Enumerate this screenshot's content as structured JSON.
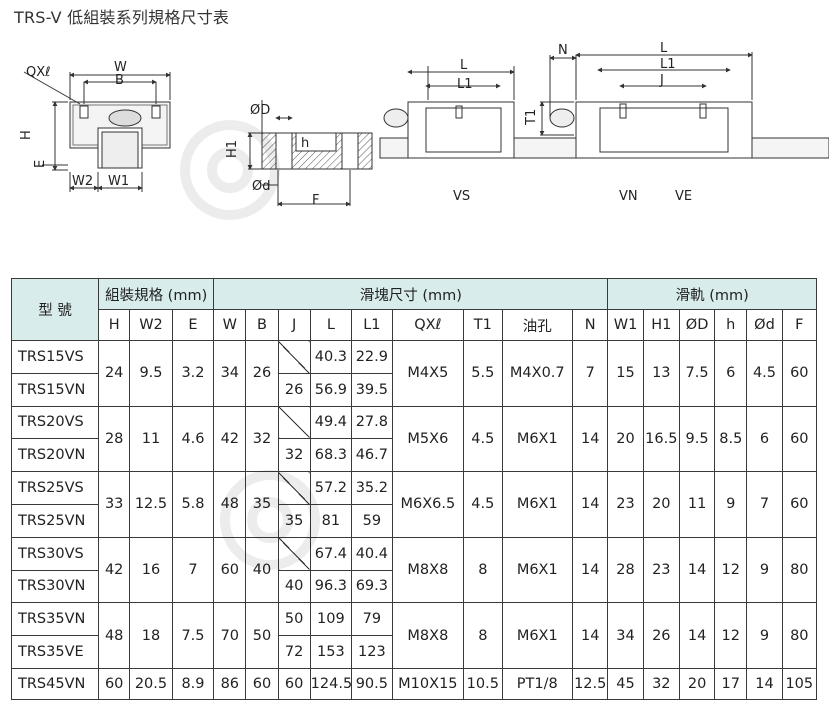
{
  "title": "TRS-V 低組裝系列規格尺寸表",
  "diagram_labels": {
    "W": "W",
    "B": "B",
    "QXl": "QXℓ",
    "H": "H",
    "E": "E",
    "W2": "W2",
    "W1": "W1",
    "OD": "ØD",
    "h": "h",
    "H1": "H1",
    "Od": "Ød",
    "F": "F",
    "L": "L",
    "L1": "L1",
    "T1": "T1",
    "N": "N",
    "J": "J",
    "VS": "VS",
    "VN": "VN",
    "VE": "VE"
  },
  "table": {
    "model_header": "型 號",
    "groups": {
      "assembly": "組裝規格 (mm)",
      "block": "滑塊尺寸 (mm)",
      "rail": "滑軌 (mm)"
    },
    "cols": {
      "H": "H",
      "W2": "W2",
      "E": "E",
      "W": "W",
      "B": "B",
      "J": "J",
      "L": "L",
      "L1": "L1",
      "QXl": "QXℓ",
      "T1": "T1",
      "oil": "油孔",
      "N": "N",
      "W1": "W1",
      "H1": "H1",
      "OD": "ØD",
      "h": "h",
      "Od": "Ød",
      "F": "F"
    },
    "groups_rows": [
      {
        "models": [
          "TRS15VS",
          "TRS15VN"
        ],
        "H": "24",
        "W2": "9.5",
        "E": "3.2",
        "W": "34",
        "B": "26",
        "J": [
          "",
          "26"
        ],
        "L": [
          "40.3",
          "56.9"
        ],
        "L1": [
          "22.9",
          "39.5"
        ],
        "QXl": "M4X5",
        "T1": "5.5",
        "oil": "M4X0.7",
        "N": "7",
        "W1": "15",
        "H1": "13",
        "OD": "7.5",
        "h": "6",
        "Od": "4.5",
        "F": "60"
      },
      {
        "models": [
          "TRS20VS",
          "TRS20VN"
        ],
        "H": "28",
        "W2": "11",
        "E": "4.6",
        "W": "42",
        "B": "32",
        "J": [
          "",
          "32"
        ],
        "L": [
          "49.4",
          "68.3"
        ],
        "L1": [
          "27.8",
          "46.7"
        ],
        "QXl": "M5X6",
        "T1": "4.5",
        "oil": "M6X1",
        "N": "14",
        "W1": "20",
        "H1": "16.5",
        "OD": "9.5",
        "h": "8.5",
        "Od": "6",
        "F": "60"
      },
      {
        "models": [
          "TRS25VS",
          "TRS25VN"
        ],
        "H": "33",
        "W2": "12.5",
        "E": "5.8",
        "W": "48",
        "B": "35",
        "J": [
          "",
          "35"
        ],
        "L": [
          "57.2",
          "81"
        ],
        "L1": [
          "35.2",
          "59"
        ],
        "QXl": "M6X6.5",
        "T1": "4.5",
        "oil": "M6X1",
        "N": "14",
        "W1": "23",
        "H1": "20",
        "OD": "11",
        "h": "9",
        "Od": "7",
        "F": "60"
      },
      {
        "models": [
          "TRS30VS",
          "TRS30VN"
        ],
        "H": "42",
        "W2": "16",
        "E": "7",
        "W": "60",
        "B": "40",
        "J": [
          "",
          "40"
        ],
        "L": [
          "67.4",
          "96.3"
        ],
        "L1": [
          "40.4",
          "69.3"
        ],
        "QXl": "M8X8",
        "T1": "8",
        "oil": "M6X1",
        "N": "14",
        "W1": "28",
        "H1": "23",
        "OD": "14",
        "h": "12",
        "Od": "9",
        "F": "80"
      },
      {
        "models": [
          "TRS35VN",
          "TRS35VE"
        ],
        "H": "48",
        "W2": "18",
        "E": "7.5",
        "W": "70",
        "B": "50",
        "J": [
          "50",
          "72"
        ],
        "L": [
          "109",
          "153"
        ],
        "L1": [
          "79",
          "123"
        ],
        "QXl": "M8X8",
        "T1": "8",
        "oil": "M6X1",
        "N": "14",
        "W1": "34",
        "H1": "26",
        "OD": "14",
        "h": "12",
        "Od": "9",
        "F": "80"
      }
    ],
    "last_row": {
      "model": "TRS45VN",
      "H": "60",
      "W2": "20.5",
      "E": "8.9",
      "W": "86",
      "B": "60",
      "J": "60",
      "L": "124.5",
      "L1": "90.5",
      "QXl": "M10X15",
      "T1": "10.5",
      "oil": "PT1/8",
      "N": "12.5",
      "W1": "45",
      "H1": "32",
      "OD": "20",
      "h": "17",
      "Od": "14",
      "F": "105"
    }
  }
}
